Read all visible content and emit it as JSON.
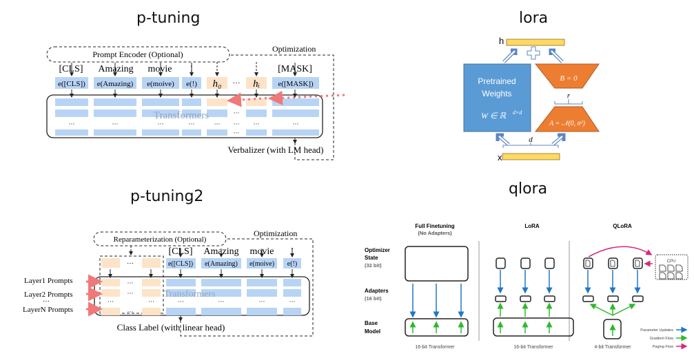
{
  "titles": {
    "ptuning": "p-tuning",
    "lora": "lora",
    "ptuning2": "p-tuning2",
    "qlora": "qlora"
  },
  "ptuning": {
    "prompt_encoder": "Prompt Encoder (Optional)",
    "optimization": "Optimization",
    "tokens": [
      "[CLS]",
      "Amazing",
      "movie",
      "!",
      "[MASK]"
    ],
    "embeddings": [
      "e([CLS])",
      "e(Amazing)",
      "e(moive)",
      "e(!)",
      "e([MASK])"
    ],
    "hidden": [
      "h₀",
      "hᵢ"
    ],
    "dots": "···",
    "transformers": "Transformers",
    "verbalizer": "Verbalizer (with LM head)"
  },
  "lora": {
    "h_label": "h",
    "x_label": "x",
    "pretrained": [
      "Pretrained",
      "Weights"
    ],
    "w_formula": "W ∈ ℝ",
    "w_sup": "d×d",
    "b_formula": "B = 0",
    "a_formula": "A = 𝒩(0, σ²)",
    "r_label": "r",
    "d_label": "d",
    "colors": {
      "blue": "#5b9bd5",
      "orange": "#ed7d31",
      "yellow": "#ffd966"
    }
  },
  "ptuning2": {
    "reparam": "Reparameterization (Optional)",
    "optimization": "Optimization",
    "tokens": [
      "[CLS]",
      "Amazing",
      "movie",
      "!"
    ],
    "embeddings": [
      "e([CLS])",
      "e(Amazing)",
      "e(moive)",
      "e(!)"
    ],
    "layer_prompts": [
      "Layer1 Prompts",
      "Layer2 Prompts",
      "LayerN Prompts"
    ],
    "dots": "···",
    "transformers": "Transformers",
    "class_label": "Class Label (with linear head)"
  },
  "qlora": {
    "columns": [
      "Full Finetuning",
      "LoRA",
      "QLoRA"
    ],
    "full_sub": "(No Adapters)",
    "rows": {
      "optimizer": [
        "Optimizer",
        "State",
        "(32 bit)"
      ],
      "adapters": [
        "Adapters",
        "(16 bit)"
      ],
      "base": [
        "Base",
        "Model"
      ]
    },
    "footers": [
      "16-bit Transformer",
      "16-bit Transformer",
      "4-bit Transformer"
    ],
    "cpu": "CPU",
    "legend": [
      {
        "label": "Parameter Updates",
        "color": "#1f77c4"
      },
      {
        "label": "Gradient Flow",
        "color": "#2db82d"
      },
      {
        "label": "Paging Flow",
        "color": "#d6297a"
      }
    ]
  }
}
